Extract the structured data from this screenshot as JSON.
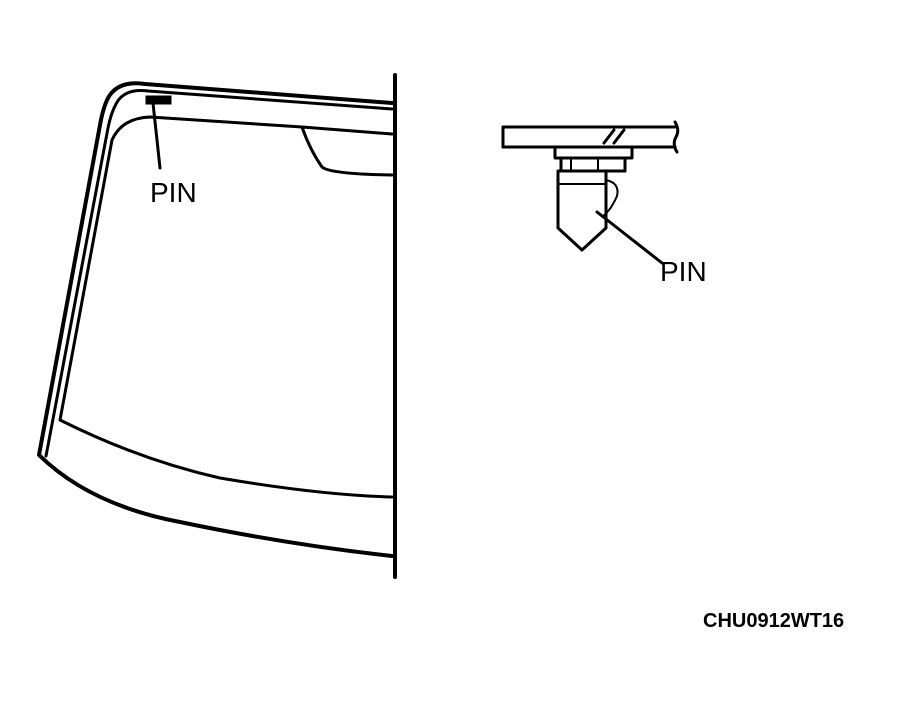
{
  "labels": {
    "pin_windshield": "PIN",
    "pin_detail": "PIN",
    "figure_code": "CHU0912WT16"
  },
  "colors": {
    "ink": "#000000",
    "background": "#ffffff"
  }
}
